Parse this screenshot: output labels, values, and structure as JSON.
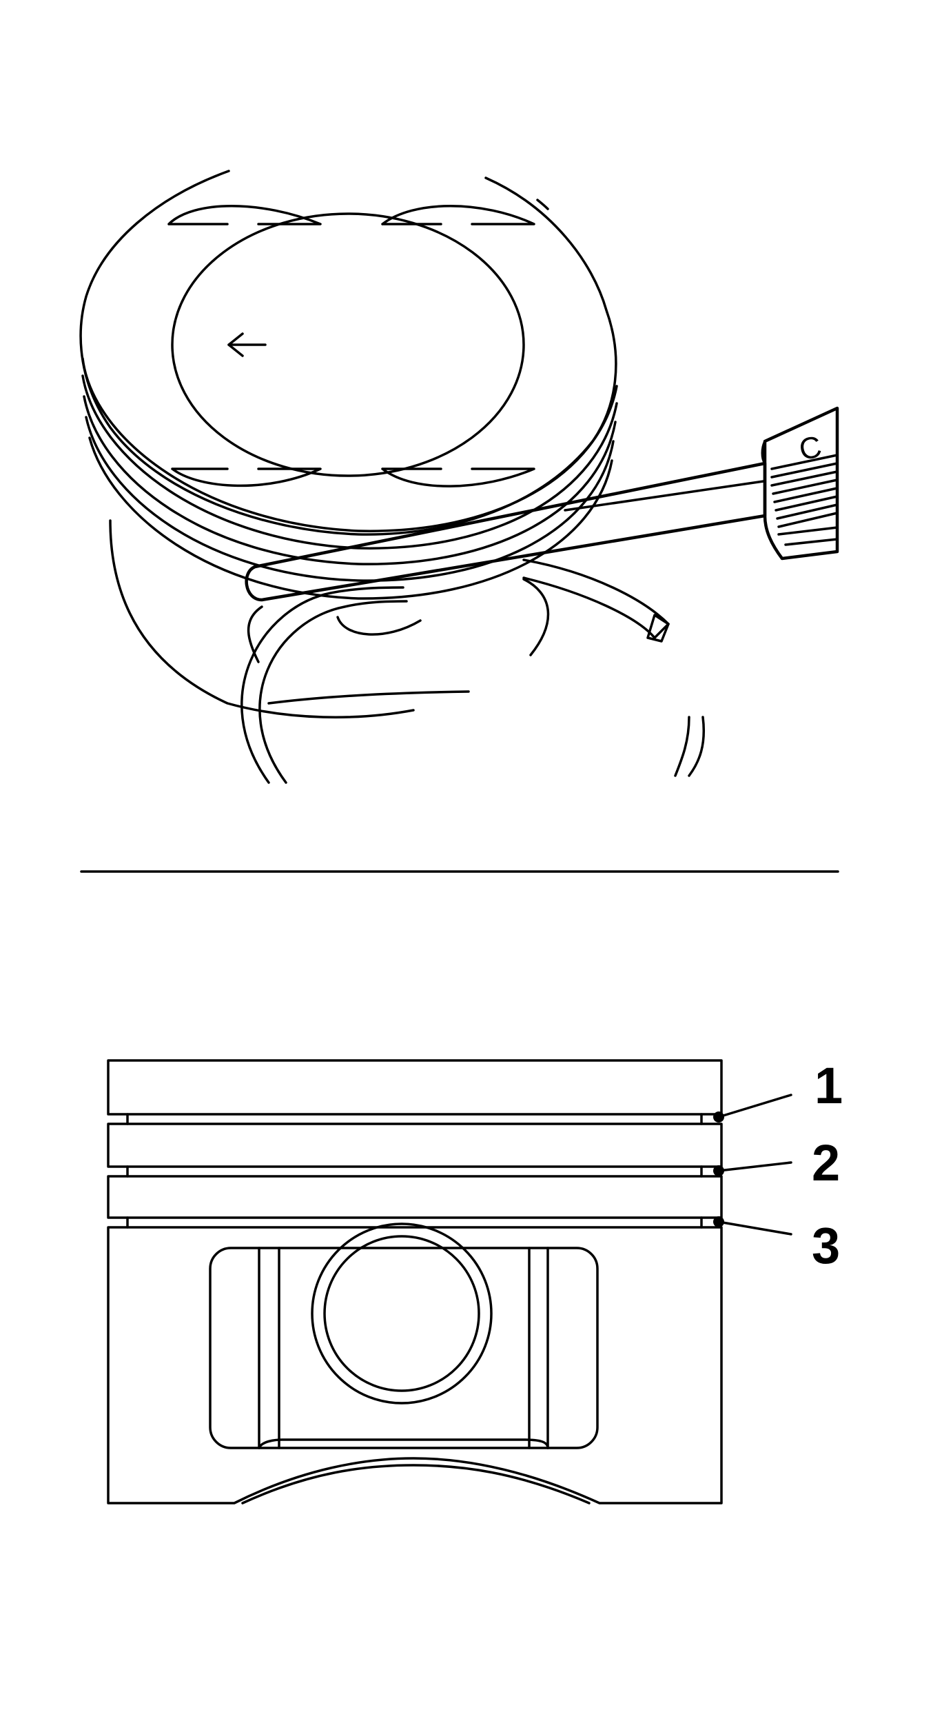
{
  "diagram": {
    "colors": {
      "ink": "#000000",
      "background": "#ffffff"
    },
    "top_view": {
      "crown_arrow_icon": "arrow-left-icon",
      "tool_mark": "C"
    },
    "side_view": {
      "callouts": [
        {
          "label": "1"
        },
        {
          "label": "2"
        },
        {
          "label": "3"
        }
      ]
    }
  }
}
